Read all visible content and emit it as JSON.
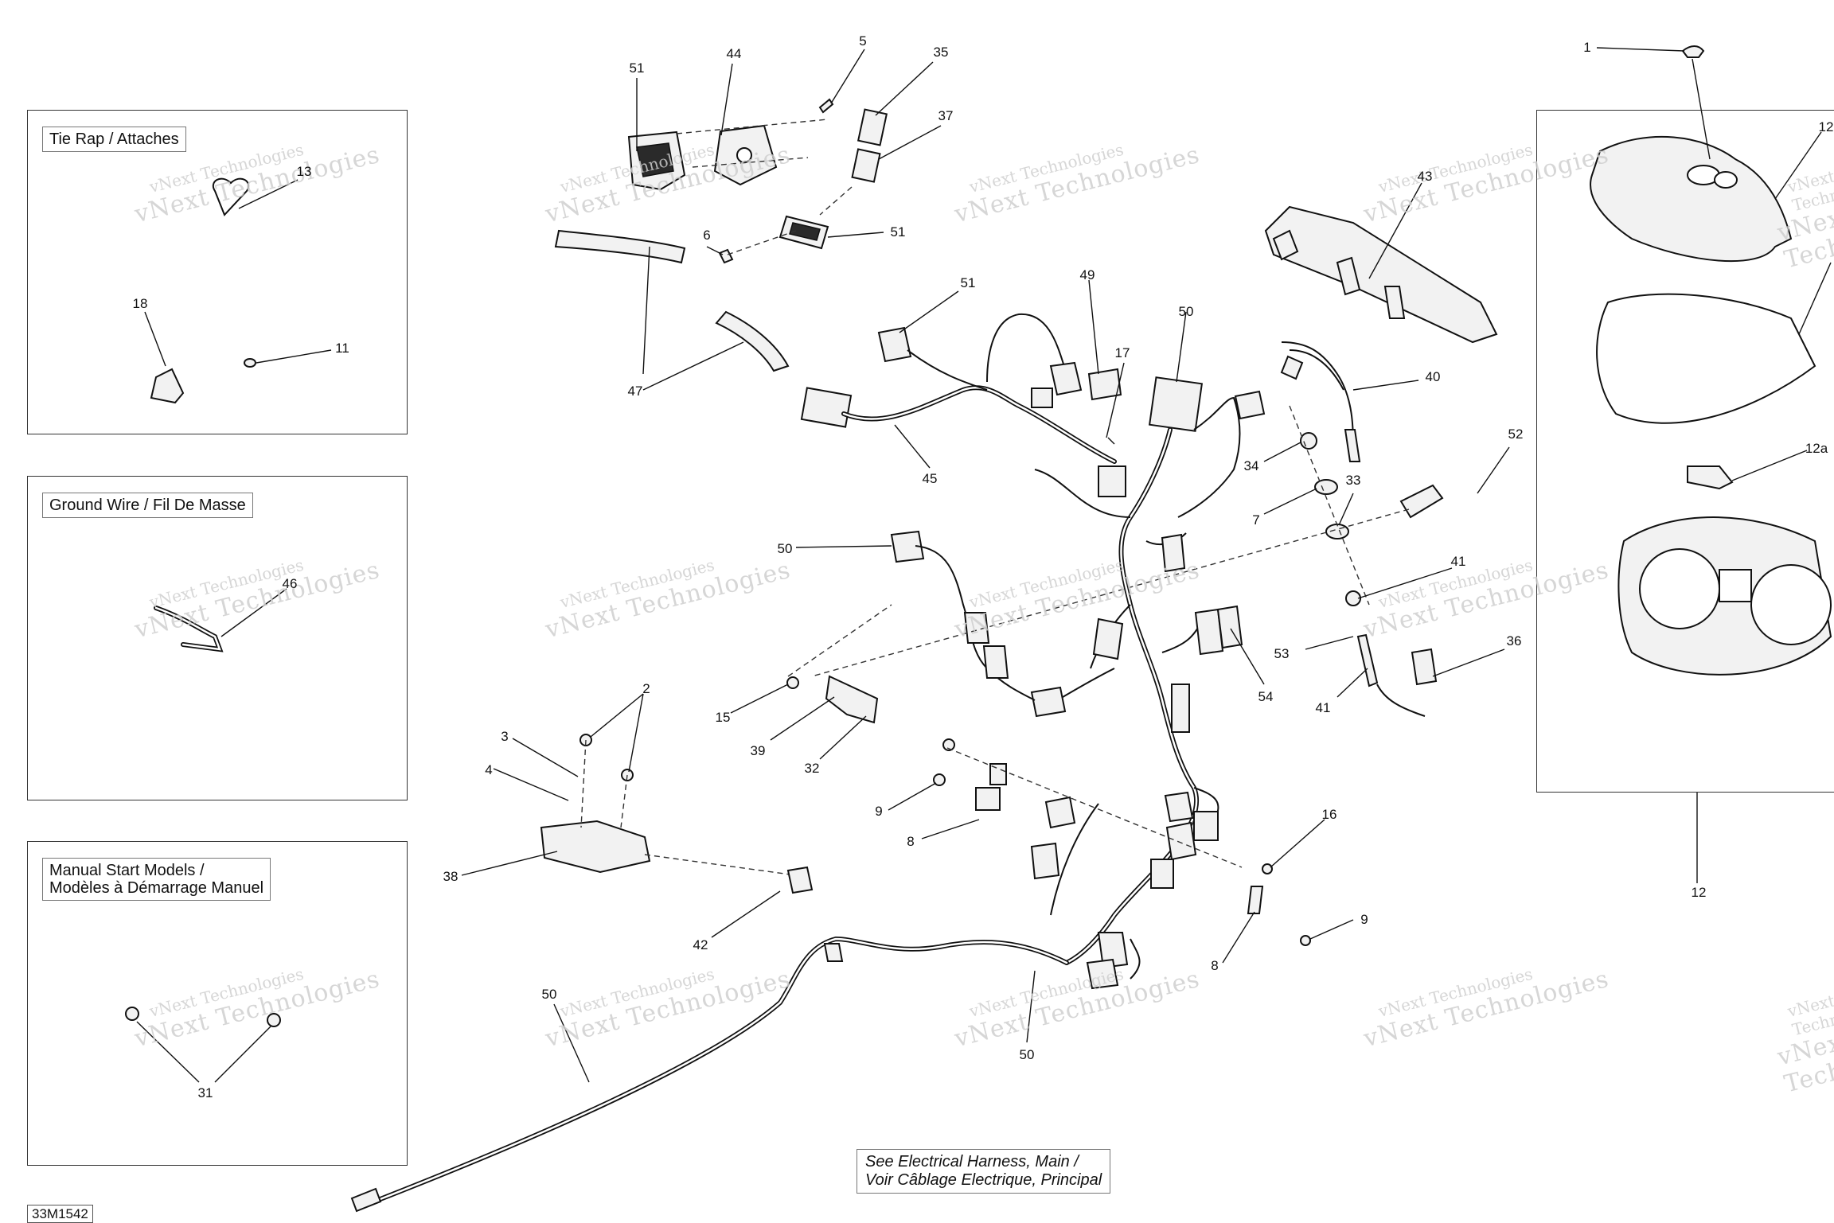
{
  "panels": {
    "tie_rap": "Tie Rap / Attaches",
    "ground_wire": "Ground Wire / Fil De Masse",
    "manual_start_line1": "Manual Start Models /",
    "manual_start_line2": "Modèles à Démarrage Manuel"
  },
  "note": {
    "line1": "See Electrical Harness, Main /",
    "line2": "Voir Câblage Electrique, Principal"
  },
  "drawing_id": "33M1542",
  "watermark": {
    "line1": "vNext Technologies",
    "line2": "vNext Technologies"
  },
  "callouts": [
    {
      "id": "c51a",
      "label": "51"
    },
    {
      "id": "c44",
      "label": "44"
    },
    {
      "id": "c5",
      "label": "5"
    },
    {
      "id": "c35",
      "label": "35"
    },
    {
      "id": "c37",
      "label": "37"
    },
    {
      "id": "c51b",
      "label": "51"
    },
    {
      "id": "c6",
      "label": "6"
    },
    {
      "id": "c47",
      "label": "47"
    },
    {
      "id": "c51c",
      "label": "51"
    },
    {
      "id": "c49",
      "label": "49"
    },
    {
      "id": "c50a",
      "label": "50"
    },
    {
      "id": "c17",
      "label": "17"
    },
    {
      "id": "c45",
      "label": "45"
    },
    {
      "id": "c43",
      "label": "43"
    },
    {
      "id": "c40",
      "label": "40"
    },
    {
      "id": "c34",
      "label": "34"
    },
    {
      "id": "c7",
      "label": "7"
    },
    {
      "id": "c33",
      "label": "33"
    },
    {
      "id": "c52",
      "label": "52"
    },
    {
      "id": "c50b",
      "label": "50"
    },
    {
      "id": "c41a",
      "label": "41"
    },
    {
      "id": "c53",
      "label": "53"
    },
    {
      "id": "c36",
      "label": "36"
    },
    {
      "id": "c41b",
      "label": "41"
    },
    {
      "id": "c54",
      "label": "54"
    },
    {
      "id": "c15",
      "label": "15"
    },
    {
      "id": "c39",
      "label": "39"
    },
    {
      "id": "c32",
      "label": "32"
    },
    {
      "id": "c2",
      "label": "2"
    },
    {
      "id": "c3",
      "label": "3"
    },
    {
      "id": "c4",
      "label": "4"
    },
    {
      "id": "c38",
      "label": "38"
    },
    {
      "id": "c9a",
      "label": "9"
    },
    {
      "id": "c8a",
      "label": "8"
    },
    {
      "id": "c42",
      "label": "42"
    },
    {
      "id": "c16",
      "label": "16"
    },
    {
      "id": "c9b",
      "label": "9"
    },
    {
      "id": "c8b",
      "label": "8"
    },
    {
      "id": "c50c",
      "label": "50"
    },
    {
      "id": "c50d",
      "label": "50"
    },
    {
      "id": "c13",
      "label": "13"
    },
    {
      "id": "c18",
      "label": "18"
    },
    {
      "id": "c11",
      "label": "11"
    },
    {
      "id": "c46",
      "label": "46"
    },
    {
      "id": "c31",
      "label": "31"
    },
    {
      "id": "c1",
      "label": "1"
    },
    {
      "id": "c12a",
      "label": "12"
    },
    {
      "id": "c12b",
      "label": "12a"
    },
    {
      "id": "c12c",
      "label": "12"
    }
  ]
}
